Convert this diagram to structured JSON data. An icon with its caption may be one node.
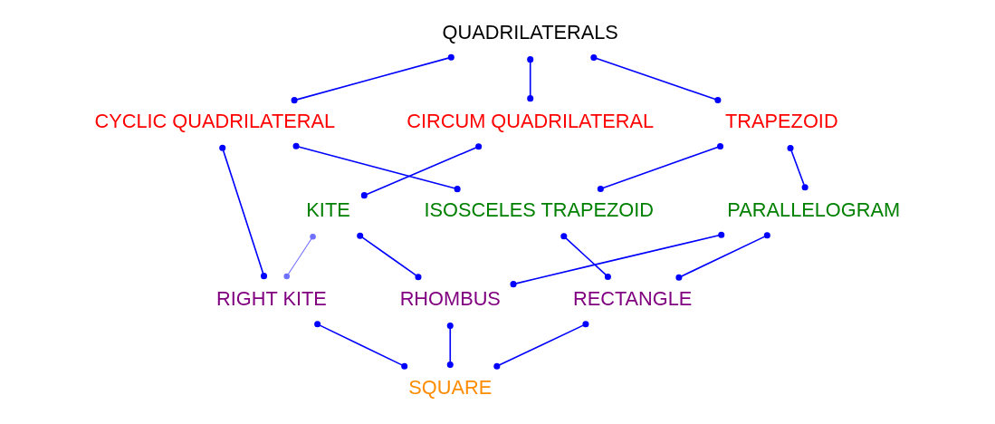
{
  "diagram": {
    "nodes": [
      {
        "text": [
          "QUADRILATERALS"
        ]
      },
      {
        "text": [
          "CYCLIC QUADRILATERAL"
        ]
      },
      {
        "text": [
          "TRAPEZOID"
        ]
      },
      {
        "text": [
          "CIRCUM QUADRILATERAL"
        ]
      },
      {
        "text": [
          "ISOSCELES TRAPEZOID"
        ]
      },
      {
        "text": [
          "PARALLELOGRAM"
        ]
      },
      {
        "text": [
          "KITE"
        ]
      },
      {
        "text": [
          "RIGHT KITE"
        ]
      },
      {
        "text": [
          "RECTANGLE"
        ]
      },
      {
        "text": [
          "RHOMBUS"
        ]
      },
      {
        "text": [
          "SQUARE"
        ]
      }
    ],
    "edges": [
      {
        "from": 0,
        "to": 1,
        "arrow": "other"
      },
      {
        "from": 0,
        "to": 2,
        "arrow": "other"
      },
      {
        "from": 0,
        "to": 3,
        "arrow": "other"
      },
      {
        "from": 1,
        "to": 4,
        "arrow": "other"
      },
      {
        "from": 2,
        "to": 4,
        "arrow": "other"
      },
      {
        "from": 2,
        "to": 5,
        "arrow": "other"
      },
      {
        "from": 3,
        "to": 6,
        "arrow": "other"
      },
      {
        "from": 1,
        "to": 7,
        "arrow": "other"
      },
      {
        "from": 4,
        "to": 8,
        "arrow": "other"
      },
      {
        "from": 5,
        "to": 8,
        "arrow": "other"
      },
      {
        "from": 5,
        "to": 9,
        "arrow": "other"
      },
      {
        "from": 6,
        "to": 9,
        "arrow": "other"
      },
      {
        "from": 6,
        "to": 7,
        "arrow": "other",
        "color": "#7070ff"
      },
      {
        "from": 7,
        "to": 10,
        "arrow": "other"
      },
      {
        "from": 8,
        "to": 10,
        "arrow": "other"
      },
      {
        "from": 9,
        "to": 10,
        "arrow": "other"
      }
    ]
  }
}
